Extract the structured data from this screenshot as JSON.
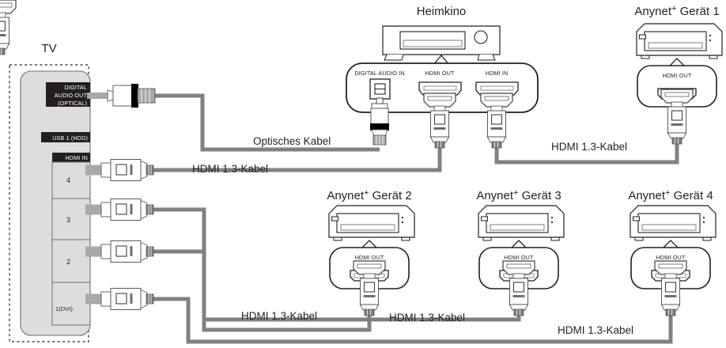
{
  "diagram": {
    "tv": {
      "title": "TV",
      "labels": {
        "digital_audio_out_line1": "DIGITAL",
        "digital_audio_out_line2": "AUDIO OUT",
        "digital_audio_out_line3": "(OPTICAL)",
        "usb": "USB 1 (HDD)",
        "hdmi_in": "HDMI IN"
      },
      "hdmi_ports": [
        {
          "label": "4"
        },
        {
          "label": "3"
        },
        {
          "label": "2"
        },
        {
          "label": "1(DVI)"
        }
      ]
    },
    "devices": [
      {
        "name": "Heimkino",
        "name_prefix": "Heimkino",
        "superscript": "",
        "ports": [
          "DIGITAL AUDIO IN",
          "HDMI OUT",
          "HDMI IN"
        ]
      },
      {
        "name": "Anynet+ Gerät 1",
        "name_prefix": "Anynet",
        "superscript": "+",
        "name_suffix": " Gerät 1",
        "ports": [
          "HDMI OUT"
        ]
      },
      {
        "name": "Anynet+ Gerät 2",
        "name_prefix": "Anynet",
        "superscript": "+",
        "name_suffix": " Gerät 2",
        "ports": [
          "HDMI OUT"
        ]
      },
      {
        "name": "Anynet+ Gerät 3",
        "name_prefix": "Anynet",
        "superscript": "+",
        "name_suffix": " Gerät 3",
        "ports": [
          "HDMI OUT"
        ]
      },
      {
        "name": "Anynet+ Gerät 4",
        "name_prefix": "Anynet",
        "superscript": "+",
        "name_suffix": " Gerät 4",
        "ports": [
          "HDMI OUT"
        ]
      }
    ],
    "cable_labels": {
      "optical": "Optisches Kabel",
      "hdmi_tv_to_heimkino": "HDMI 1.3-Kabel",
      "hdmi_device1_to_heimkino": "HDMI 1.3-Kabel",
      "hdmi_device2": "HDMI 1.3-Kabel",
      "hdmi_device3": "HDMI 1.3-Kabel",
      "hdmi_device4": "HDMI 1.3-Kabel"
    },
    "colors": {
      "line": "#231f20",
      "cable": "#808184",
      "panel_fill": "#dcdddf",
      "label_dark": "#231f20",
      "connector_body": "#ffffff",
      "port_stub": "#a7a9ac",
      "optical_band": "#000000"
    }
  }
}
